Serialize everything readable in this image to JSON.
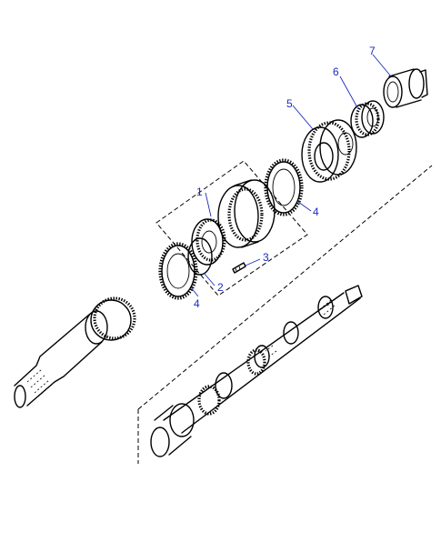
{
  "callouts": [
    {
      "id": "1",
      "label": "1"
    },
    {
      "id": "2",
      "label": "2"
    },
    {
      "id": "3",
      "label": "3"
    },
    {
      "id": "4a",
      "label": "4"
    },
    {
      "id": "4b",
      "label": "4"
    },
    {
      "id": "5",
      "label": "5"
    },
    {
      "id": "6",
      "label": "6"
    },
    {
      "id": "7",
      "label": "7"
    }
  ],
  "colors": {
    "callout": "#1a2cbd",
    "ink": "#000000",
    "background": "#ffffff"
  }
}
